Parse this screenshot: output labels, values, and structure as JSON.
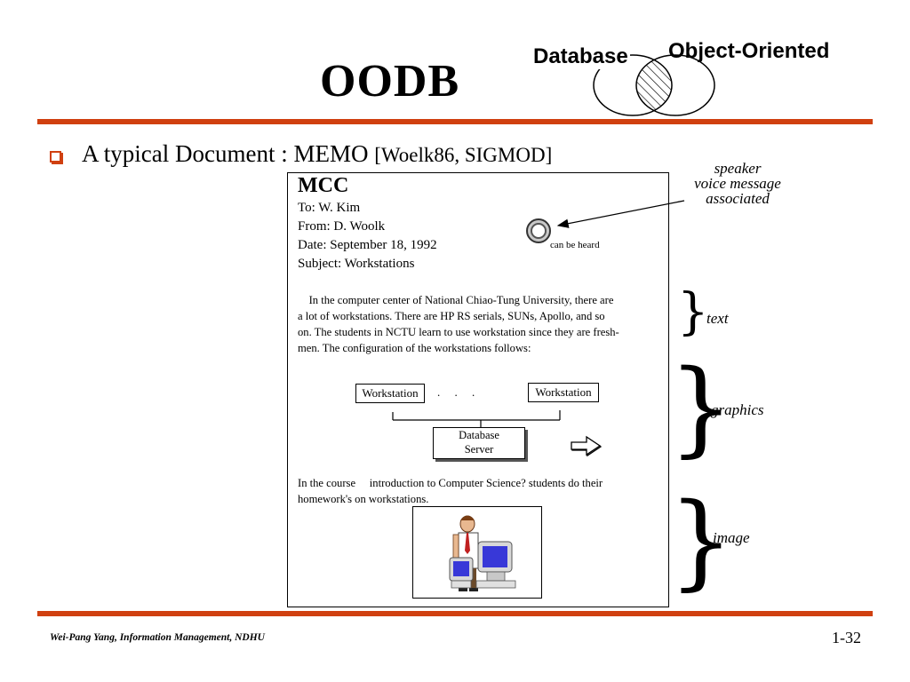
{
  "slide": {
    "title": "OODB",
    "venn": {
      "left_label": "Database",
      "right_label": "Object-Oriented"
    },
    "bullet": {
      "text": "A typical Document : MEMO ",
      "citation": "[Woelk86, SIGMOD]"
    }
  },
  "memo": {
    "heading": "MCC",
    "to": "To: W. Kim",
    "from": "From: D. Woolk",
    "date": "Date: September 18, 1992",
    "subject": "Subject: Workstations",
    "voice_note": "can be heard",
    "paragraph_lines": [
      "    In the computer center of National Chiao-Tung University, there are",
      "a lot of workstations. There are HP RS serials, SUNs, Apollo, and so",
      "on. The students in NCTU learn to use workstation since they are fresh-",
      "men. The configuration of the workstations follows:"
    ],
    "diagram": {
      "ws_left": "Workstation",
      "ws_right": "Workstation",
      "dots": ".     .     .",
      "server_line1": "Database",
      "server_line2": "Server"
    },
    "course_lines": [
      "In the course     introduction to Computer Science? students do their",
      "homework's on workstations."
    ]
  },
  "annotations": {
    "speaker_line1": "speaker",
    "speaker_line2": "voice message",
    "speaker_line3": "associated",
    "text": "text",
    "graphics": "graphics",
    "image": "image"
  },
  "footer": {
    "author": "Wei-Pang Yang, Information Management, NDHU",
    "page": "1-32"
  },
  "colors": {
    "accent_rule": "#d04010"
  },
  "icons": [
    "speaker-ring-icon",
    "arrow-right-icon",
    "person-computer-clipart"
  ]
}
